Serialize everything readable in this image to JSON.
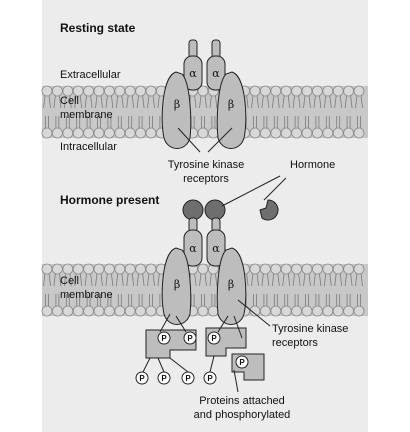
{
  "sections": {
    "resting_title": "Resting state",
    "hormone_title": "Hormone present"
  },
  "labels": {
    "extracellular": "Extracellular",
    "cell_top_1": "Cell",
    "cell_top_2": "membrane",
    "intracellular": "Intracellular",
    "cell_bottom_1": "Cell",
    "cell_bottom_2": "membrane",
    "tk_receptors_top_1": "Tyrosine kinase",
    "tk_receptors_top_2": "receptors",
    "hormone": "Hormone",
    "tk_receptors_bottom_1": "Tyrosine kinase",
    "tk_receptors_bottom_2": "receptors",
    "proteins_1": "Proteins attached",
    "proteins_2": "and phosphorylated"
  },
  "subunits": {
    "alpha": "α",
    "beta": "β"
  },
  "phosphate": "P",
  "colors": {
    "panel": "#ececec",
    "membrane_band": "#c8c8c8",
    "receptor_fill": "#bdbdbd",
    "hormone_fill": "#6e6e6e",
    "outline": "#222222"
  }
}
